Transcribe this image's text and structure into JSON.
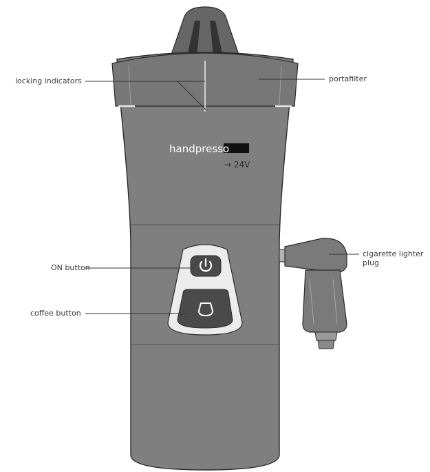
{
  "labels": {
    "locking_indicators": "locking indicators",
    "portafilter": "portafilter",
    "on_button": "ON button",
    "coffee_button": "coffee button",
    "cigarette_line1": "cigarette lighter",
    "cigarette_line2": "plug"
  },
  "device": {
    "brand_text": "handpresso",
    "voltage_text": "→ 24V"
  },
  "icons": {
    "on_button": "power-icon",
    "coffee_button": "cup-icon"
  },
  "colors": {
    "body": "#7f7f7f",
    "body_dark": "#6b6b6b",
    "button_panel": "#ececec",
    "button": "#4a4a4a",
    "leader_line": "#333333"
  }
}
